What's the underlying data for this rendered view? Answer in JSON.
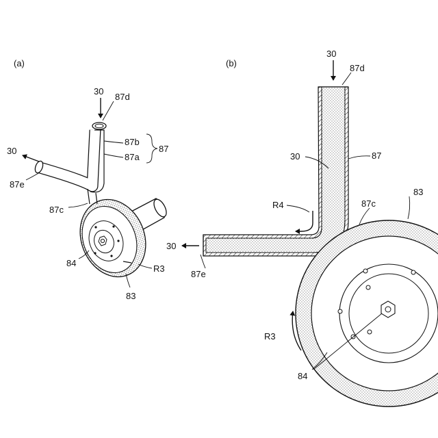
{
  "figure_a": {
    "panel_label": "(a)",
    "labels": {
      "inflow_arrow": "30",
      "tube_inlet": "87d",
      "tube_part_b": "87b",
      "tube_part_a": "87a",
      "tube_bracket": "87",
      "outflow_arrow": "30",
      "tube_outlet": "87e",
      "disk_contact": "87c",
      "hub": "84",
      "rotation": "R3",
      "disk": "83"
    }
  },
  "figure_b": {
    "panel_label": "(b)",
    "labels": {
      "inflow_arrow": "30",
      "tube_inlet": "87d",
      "flow_label": "30",
      "tube": "87",
      "flow_turn": "R4",
      "disk_contact": "87c",
      "disk": "83",
      "outflow_arrow": "30",
      "tube_outlet": "87e",
      "rotation": "R3",
      "hub": "84"
    }
  }
}
